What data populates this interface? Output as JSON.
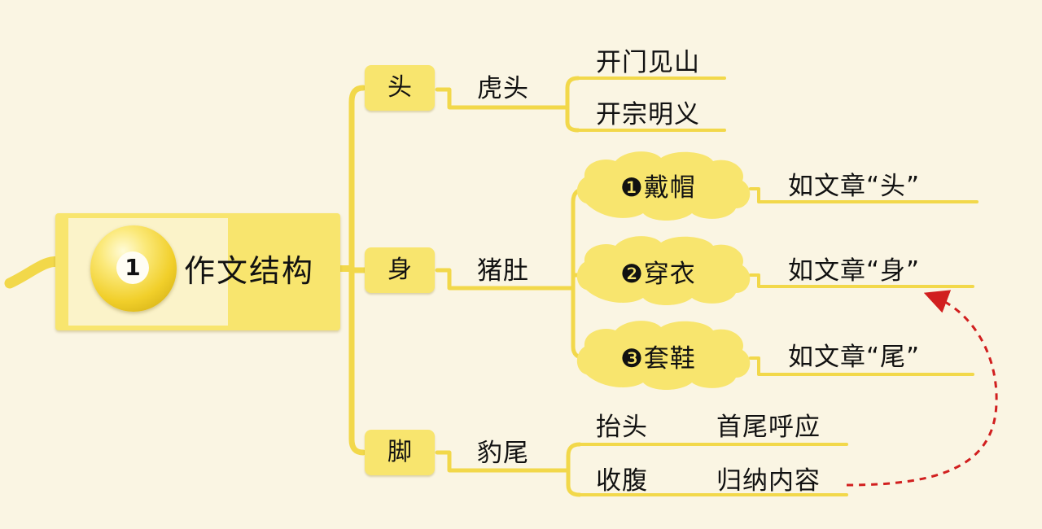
{
  "root": {
    "badge": "1",
    "title": "作文结构"
  },
  "branches": [
    {
      "label": "头",
      "sub": "虎头",
      "children": [
        "开门见山",
        "开宗明义"
      ]
    },
    {
      "label": "身",
      "sub": "猪肚",
      "children": [
        {
          "label": "❶戴帽",
          "note": "如文章“头”"
        },
        {
          "label": "❷穿衣",
          "note": "如文章“身”"
        },
        {
          "label": "❸套鞋",
          "note": "如文章“尾”"
        }
      ]
    },
    {
      "label": "脚",
      "sub": "豹尾",
      "children": [
        {
          "label": "抬头",
          "note": "首尾呼应"
        },
        {
          "label": "收腹",
          "note": "归纳内容"
        }
      ]
    }
  ],
  "colors": {
    "background": "#faf5e3",
    "node": "#f8e56e",
    "line": "#f2d84a",
    "arrow": "#d11f1f"
  }
}
